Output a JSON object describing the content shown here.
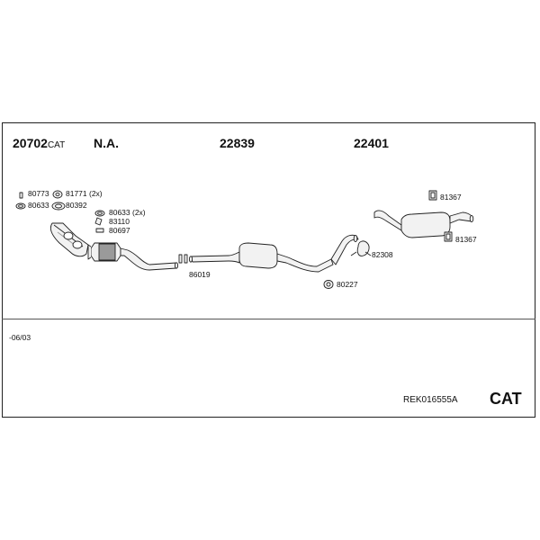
{
  "header": {
    "codes": [
      {
        "main": "20702",
        "suffix": "CAT"
      },
      {
        "main": "N.A.",
        "suffix": ""
      },
      {
        "main": "22839",
        "suffix": ""
      },
      {
        "main": "22401",
        "suffix": ""
      }
    ]
  },
  "parts": {
    "p80773": "80773",
    "p81771": "81771 (2x)",
    "p80633a": "80633",
    "p80392": "80392",
    "p80633b": "80633 (2x)",
    "p83110": "83110",
    "p80697": "80697",
    "p86019": "86019",
    "p82308": "82308",
    "p80227": "80227",
    "p81367a": "81367",
    "p81367b": "81367"
  },
  "footer": {
    "date": "-06/03",
    "reference": "REK016555A",
    "type": "CAT"
  },
  "colors": {
    "line": "#222222",
    "pipe_fill": "#f2f2f2",
    "shade": "#9a9a9a"
  }
}
